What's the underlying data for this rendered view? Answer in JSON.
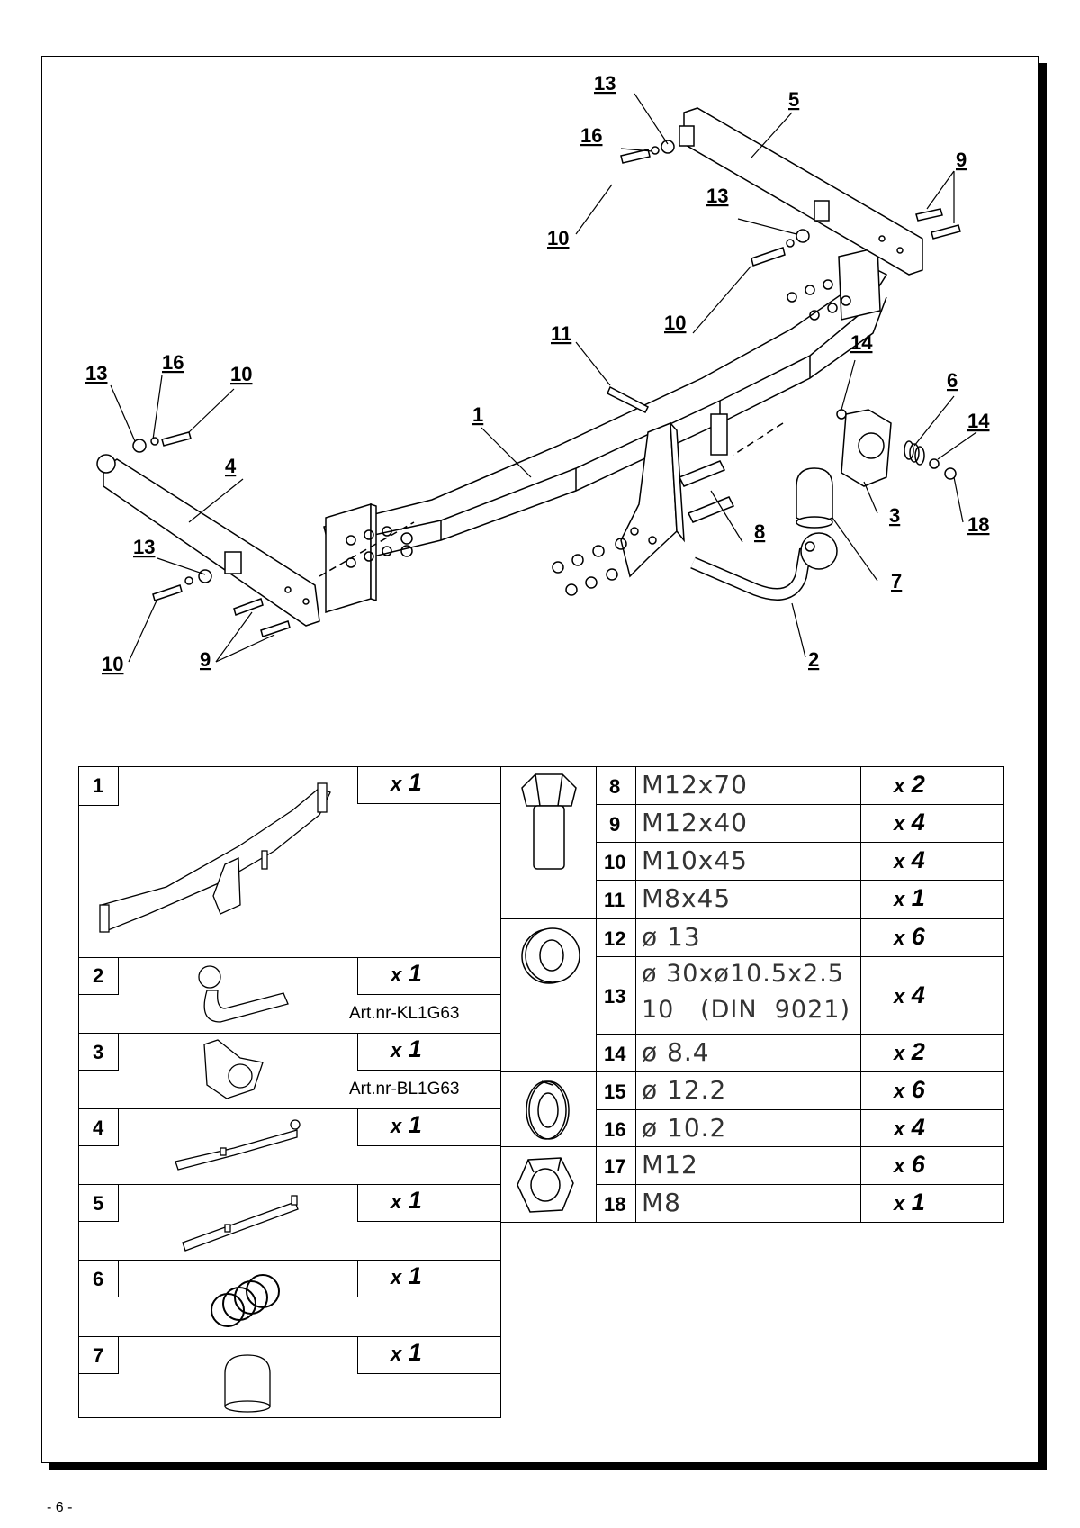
{
  "diagram": {
    "callouts": [
      "13",
      "5",
      "16",
      "9",
      "10",
      "13",
      "10",
      "11",
      "14",
      "6",
      "14",
      "13",
      "16",
      "10",
      "1",
      "4",
      "3",
      "18",
      "8",
      "13",
      "7",
      "10",
      "9",
      "2"
    ]
  },
  "parts_left": [
    {
      "num": "1",
      "x": "x",
      "qty": "1",
      "art": ""
    },
    {
      "num": "2",
      "x": "x",
      "qty": "1",
      "art": "Art.nr-KL1G63"
    },
    {
      "num": "3",
      "x": "x",
      "qty": "1",
      "art": "Art.nr-BL1G63"
    },
    {
      "num": "4",
      "x": "x",
      "qty": "1",
      "art": ""
    },
    {
      "num": "5",
      "x": "x",
      "qty": "1",
      "art": ""
    },
    {
      "num": "6",
      "x": "x",
      "qty": "1",
      "art": ""
    },
    {
      "num": "7",
      "x": "x",
      "qty": "1",
      "art": ""
    }
  ],
  "parts_right": [
    {
      "num": "8",
      "spec": "M12x70",
      "x": "x",
      "qty": "2"
    },
    {
      "num": "9",
      "spec": "M12x40",
      "x": "x",
      "qty": "4"
    },
    {
      "num": "10",
      "spec": "M10x45",
      "x": "x",
      "qty": "4"
    },
    {
      "num": "11",
      "spec": "M8x45",
      "x": "x",
      "qty": "1"
    },
    {
      "num": "12",
      "spec": "ø 13",
      "x": "x",
      "qty": "6"
    },
    {
      "num": "13",
      "spec": "ø 30xø10.5x2.5",
      "spec2": "10   (DIN  9021)",
      "x": "x",
      "qty": "4"
    },
    {
      "num": "14",
      "spec": "ø 8.4",
      "x": "x",
      "qty": "2"
    },
    {
      "num": "15",
      "spec": "ø 12.2",
      "x": "x",
      "qty": "6"
    },
    {
      "num": "16",
      "spec": "ø 10.2",
      "x": "x",
      "qty": "4"
    },
    {
      "num": "17",
      "spec": "M12",
      "x": "x",
      "qty": "6"
    },
    {
      "num": "18",
      "spec": "M8",
      "x": "x",
      "qty": "1"
    }
  ],
  "page_number": "- 6 -"
}
